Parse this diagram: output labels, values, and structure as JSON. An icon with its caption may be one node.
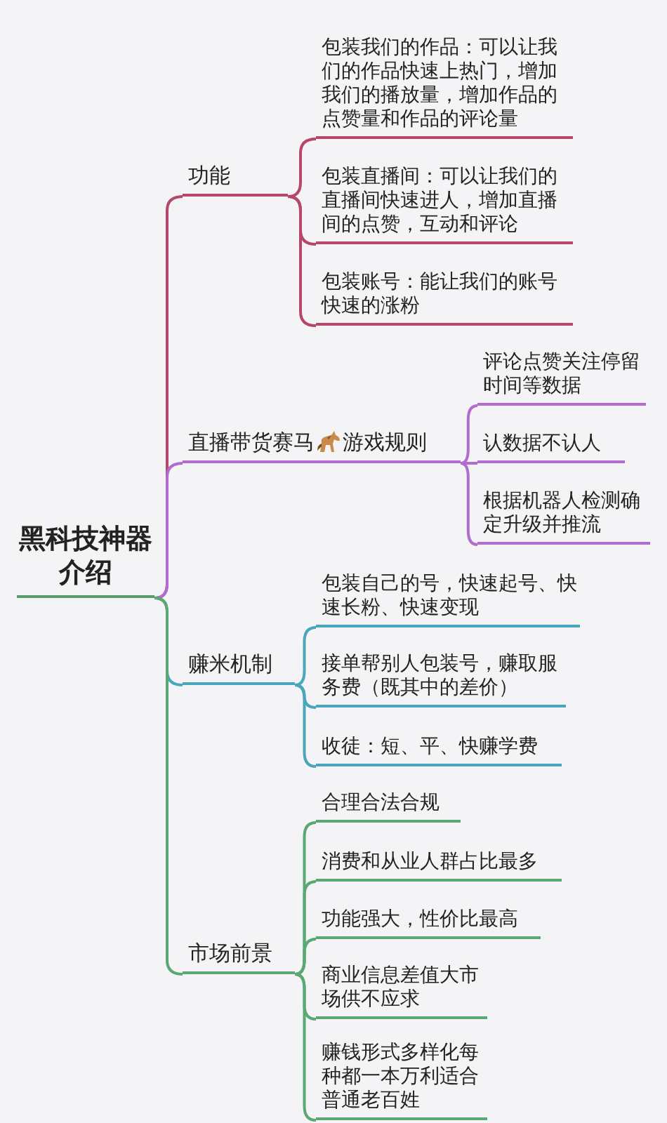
{
  "diagram": {
    "nodes": [
      {
        "text": [
          "黑科技神器介绍"
        ]
      },
      {
        "text": [
          "功能"
        ]
      },
      {
        "text": [
          "包装我们的作品：可以让我们的作品快速上热门，增加我们的播放量，增加作品的点赞量和作品的评论量"
        ]
      },
      {
        "text": [
          "包装直播间：可以让我们的直播间快速进人，增加直播间的点赞，互动和评论"
        ]
      },
      {
        "text": [
          "包装账号：能让我们的账号快速的涨粉"
        ]
      },
      {
        "text": [
          "直播带货赛马",
          "游戏规则"
        ]
      },
      {
        "text": [
          "评论点赞关注停留时间等数据"
        ]
      },
      {
        "text": [
          "认数据不认人"
        ]
      },
      {
        "text": [
          "根据机器人检测确定升级并推流"
        ]
      },
      {
        "text": [
          "赚米机制"
        ]
      },
      {
        "text": [
          "包装自己的号，快速起号、快速长粉、快速变现"
        ]
      },
      {
        "text": [
          "接单帮别人包装号，赚取服务费（既其中的差价）"
        ]
      },
      {
        "text": [
          "收徒：短、平、快赚学费"
        ]
      },
      {
        "text": [
          "市场前景"
        ]
      },
      {
        "text": [
          "合理合法合规"
        ]
      },
      {
        "text": [
          "消费和从业人群占比最多"
        ]
      },
      {
        "text": [
          "功能强大，性价比最高"
        ]
      },
      {
        "text": [
          "商业信息差值大市场供不应求"
        ]
      },
      {
        "text": [
          "赚钱形式多样化每种都一本万利适合普通老百姓"
        ]
      }
    ],
    "edges": [
      {
        "from": 0,
        "to": 1,
        "arrow": "none",
        "color": "#b5476c"
      },
      {
        "from": 1,
        "to": 2,
        "arrow": "none",
        "color": "#b5476c"
      },
      {
        "from": 1,
        "to": 3,
        "arrow": "none",
        "color": "#b5476c"
      },
      {
        "from": 1,
        "to": 4,
        "arrow": "none",
        "color": "#b5476c"
      },
      {
        "from": 0,
        "to": 5,
        "arrow": "none",
        "color": "#b26ccf"
      },
      {
        "from": 5,
        "to": 6,
        "arrow": "none",
        "color": "#b26ccf"
      },
      {
        "from": 5,
        "to": 7,
        "arrow": "none",
        "color": "#b26ccf"
      },
      {
        "from": 5,
        "to": 8,
        "arrow": "none",
        "color": "#b26ccf"
      },
      {
        "from": 0,
        "to": 9,
        "arrow": "none",
        "color": "#4aa6ba"
      },
      {
        "from": 9,
        "to": 10,
        "arrow": "none",
        "color": "#4aa6ba"
      },
      {
        "from": 9,
        "to": 11,
        "arrow": "none",
        "color": "#4aa6ba"
      },
      {
        "from": 9,
        "to": 12,
        "arrow": "none",
        "color": "#4aa6ba"
      },
      {
        "from": 0,
        "to": 13,
        "arrow": "none",
        "color": "#5ba874"
      },
      {
        "from": 13,
        "to": 14,
        "arrow": "none",
        "color": "#5ba874"
      },
      {
        "from": 13,
        "to": 15,
        "arrow": "none",
        "color": "#5ba874"
      },
      {
        "from": 13,
        "to": 16,
        "arrow": "none",
        "color": "#5ba874"
      },
      {
        "from": 13,
        "to": 17,
        "arrow": "none",
        "color": "#5ba874"
      },
      {
        "from": 13,
        "to": 18,
        "arrow": "none",
        "color": "#5ba874"
      }
    ]
  }
}
